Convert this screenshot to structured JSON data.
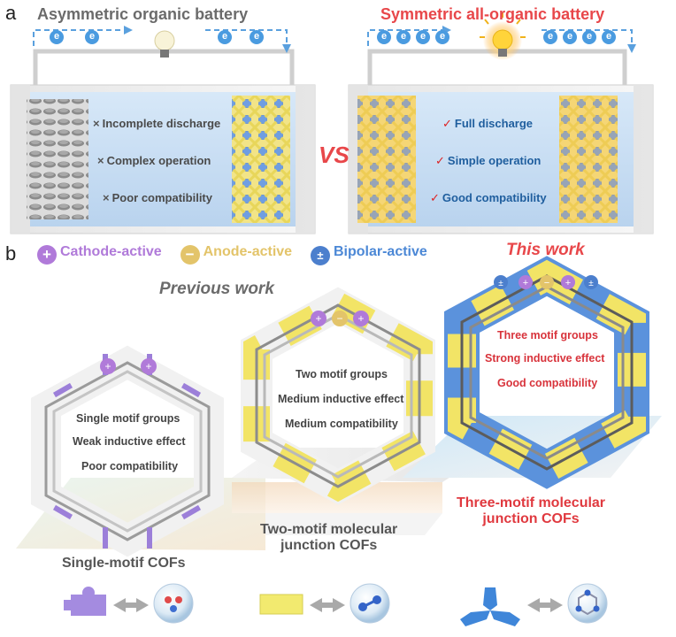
{
  "panel_a": {
    "letter": "a",
    "left_title": "Asymmetric organic battery",
    "right_title": "Symmetric all-organic battery",
    "vs": "VS",
    "electron": "e",
    "left_features": [
      "Incomplete discharge",
      "Complex operation",
      "Poor compatibility"
    ],
    "right_features": [
      "Full discharge",
      "Simple operation",
      "Good compatibility"
    ],
    "cross_mark": "×",
    "check_mark": "✓"
  },
  "panel_b": {
    "letter": "b",
    "legend": {
      "cathode": "Cathode-active",
      "anode": "Anode-active",
      "bipolar": "Bipolar-active"
    },
    "previous_title": "Previous work",
    "this_title": "This work",
    "single": {
      "lines": [
        "Single motif groups",
        "Weak inductive effect",
        "Poor compatibility"
      ],
      "label": "Single-motif COFs"
    },
    "two": {
      "lines": [
        "Two motif groups",
        "Medium inductive effect",
        "Medium compatibility"
      ],
      "label_line1": "Two-motif molecular",
      "label_line2": "junction COFs"
    },
    "three": {
      "lines": [
        "Three motif groups",
        "Strong inductive effect",
        "Good compatibility"
      ],
      "label_line1": "Three-motif molecular",
      "label_line2": "junction COFs"
    }
  },
  "colors": {
    "cathode": "#b07ad9",
    "anode": "#f0e46a",
    "bipolar": "#4c88d6",
    "accent_red": "#e8474a"
  }
}
